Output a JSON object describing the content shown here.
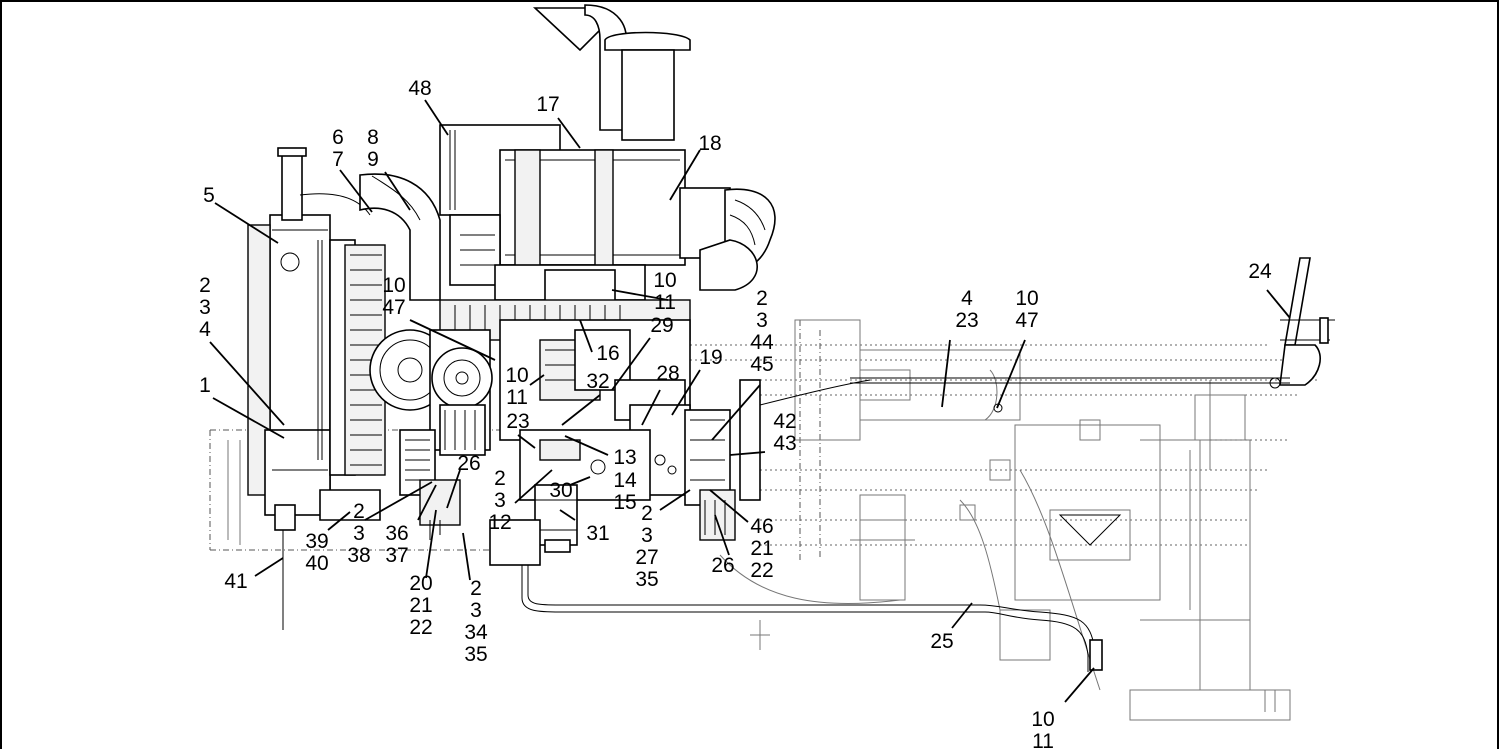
{
  "diagram": {
    "callouts": [
      {
        "id": "c48",
        "lines": [
          "48"
        ]
      },
      {
        "id": "c17",
        "lines": [
          "17"
        ]
      },
      {
        "id": "c18",
        "lines": [
          "18"
        ]
      },
      {
        "id": "c6-7",
        "lines": [
          "6",
          "7"
        ]
      },
      {
        "id": "c8-9",
        "lines": [
          "8",
          "9"
        ]
      },
      {
        "id": "c5",
        "lines": [
          "5"
        ]
      },
      {
        "id": "c2-3-4",
        "lines": [
          "2",
          "3",
          "4"
        ]
      },
      {
        "id": "c1",
        "lines": [
          "1"
        ]
      },
      {
        "id": "c10-11-top",
        "lines": [
          "10",
          "11"
        ]
      },
      {
        "id": "c10-47",
        "lines": [
          "10",
          "47"
        ]
      },
      {
        "id": "c29",
        "lines": [
          "29"
        ]
      },
      {
        "id": "c16",
        "lines": [
          "16"
        ]
      },
      {
        "id": "c10-11-mid",
        "lines": [
          "10",
          "11"
        ]
      },
      {
        "id": "c32",
        "lines": [
          "32"
        ]
      },
      {
        "id": "c28",
        "lines": [
          "28"
        ]
      },
      {
        "id": "c19",
        "lines": [
          "19"
        ]
      },
      {
        "id": "c2-3-44-45",
        "lines": [
          "2",
          "3",
          "44",
          "45"
        ]
      },
      {
        "id": "c4-23",
        "lines": [
          "4",
          "23"
        ]
      },
      {
        "id": "c10-47-right",
        "lines": [
          "10",
          "47"
        ]
      },
      {
        "id": "c24",
        "lines": [
          "24"
        ]
      },
      {
        "id": "c23",
        "lines": [
          "23"
        ]
      },
      {
        "id": "c13",
        "lines": [
          "13"
        ]
      },
      {
        "id": "c42-43",
        "lines": [
          "42",
          "43"
        ]
      },
      {
        "id": "c26-left",
        "lines": [
          "26"
        ]
      },
      {
        "id": "c2-3-12",
        "lines": [
          "2",
          "3",
          "12"
        ]
      },
      {
        "id": "c30",
        "lines": [
          "30"
        ]
      },
      {
        "id": "c14-15",
        "lines": [
          "14",
          "15"
        ]
      },
      {
        "id": "c31",
        "lines": [
          "31"
        ]
      },
      {
        "id": "c2-3-27-35",
        "lines": [
          "2",
          "3",
          "27",
          "35"
        ]
      },
      {
        "id": "c46-21-22",
        "lines": [
          "46",
          "21",
          "22"
        ]
      },
      {
        "id": "c26-right",
        "lines": [
          "26"
        ]
      },
      {
        "id": "c39-40",
        "lines": [
          "39",
          "40"
        ]
      },
      {
        "id": "c2-3-38",
        "lines": [
          "2",
          "3",
          "38"
        ]
      },
      {
        "id": "c36-37",
        "lines": [
          "36",
          "37"
        ]
      },
      {
        "id": "c20-21-22",
        "lines": [
          "20",
          "21",
          "22"
        ]
      },
      {
        "id": "c2-3-34-35",
        "lines": [
          "2",
          "3",
          "34",
          "35"
        ]
      },
      {
        "id": "c41",
        "lines": [
          "41"
        ]
      },
      {
        "id": "c25",
        "lines": [
          "25"
        ]
      },
      {
        "id": "c10-11-bottom",
        "lines": [
          "10",
          "11"
        ]
      }
    ]
  }
}
